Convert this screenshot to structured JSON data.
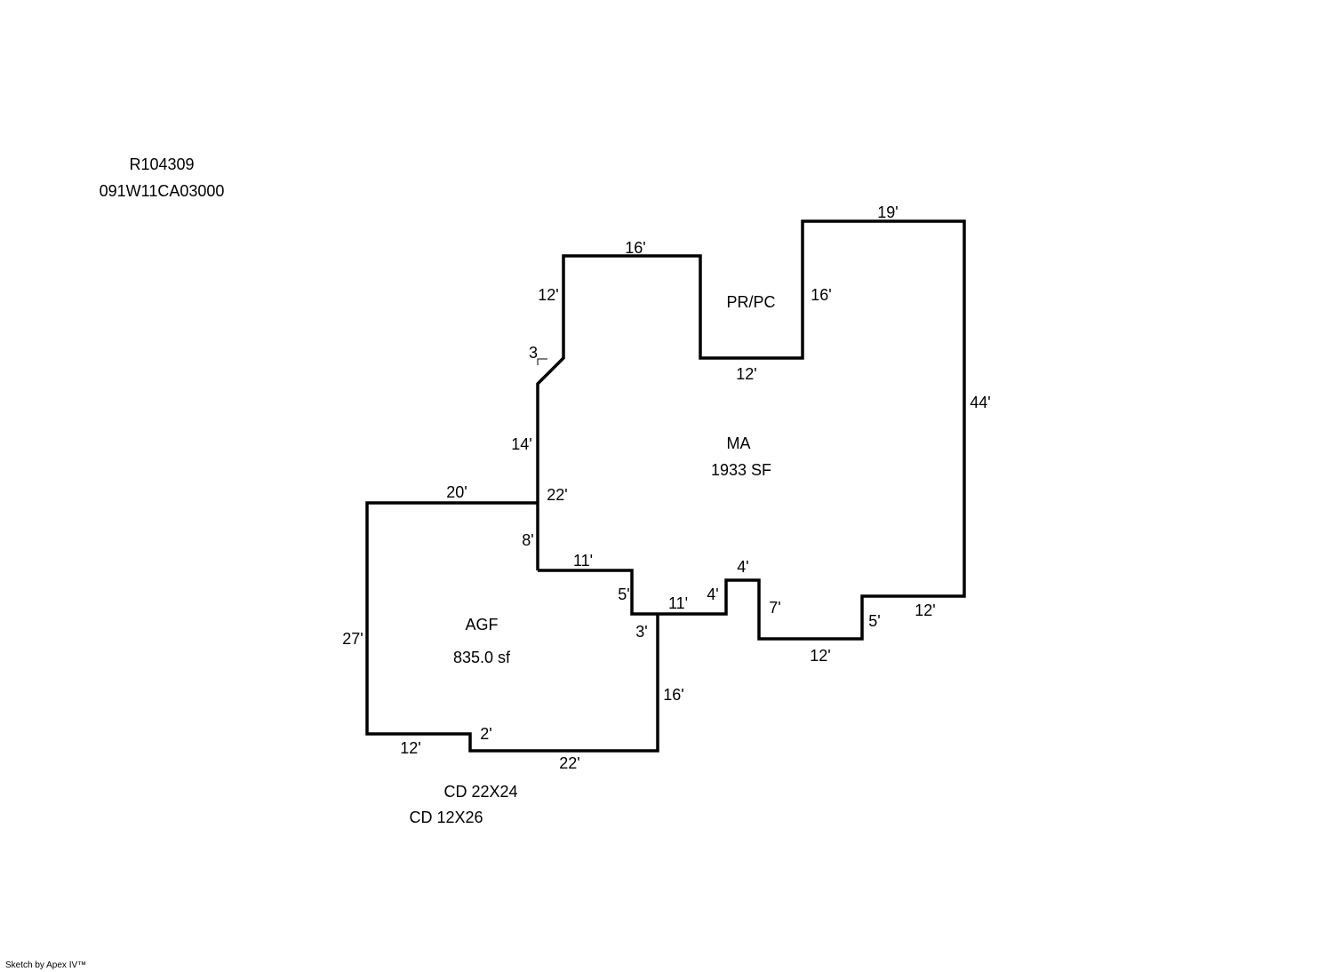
{
  "header": {
    "account_id": "R104309",
    "parcel_id": "091W11CA03000"
  },
  "areas": {
    "main": {
      "code": "MA",
      "area": "1933 SF"
    },
    "porch": {
      "code": "PR/PC"
    },
    "garage": {
      "code": "AGF",
      "area": "835.0 sf"
    }
  },
  "dimensions": {
    "ma_top_left": "16'",
    "ma_left_upper": "12'",
    "ma_diag": "3",
    "ma_left_mid": "14'",
    "ma_left_lower": "22'",
    "porch_bottom": "12'",
    "porch_right": "16'",
    "ma_top_right": "19'",
    "ma_right": "44'",
    "ma_bottom_right": "12'",
    "ma_step_right": "5'",
    "ma_bottom_mid": "12'",
    "ma_step_mid": "7'",
    "ma_bump_top": "4'",
    "ma_bump_left": "4'",
    "ma_bottom_left": "11'",
    "agf_top": "20'",
    "agf_left": "27'",
    "agf_bottom_left": "12'",
    "agf_step": "2'",
    "agf_bottom_right": "22'",
    "agf_right": "16'",
    "agf_right_step": "3'",
    "agf_inner_step": "5'",
    "agf_inner_top": "11'",
    "agf_inner_left": "8'"
  },
  "notes": [
    "CD 22X24",
    "CD 12X26"
  ],
  "footer": {
    "credit": "Sketch by Apex IV™"
  }
}
